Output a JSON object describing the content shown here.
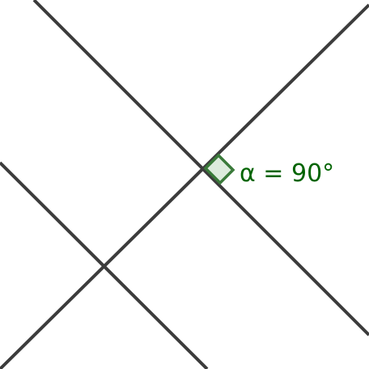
{
  "diagram": {
    "type": "geometry",
    "description_visible_only": true,
    "angle": {
      "symbol": "α",
      "value_deg": 90,
      "label": "α = 90°",
      "color": "#006400",
      "mark_fill": "#cfe3cf",
      "mark_stroke": "#3a7a3a"
    },
    "line_color": "#3c3c3c"
  }
}
